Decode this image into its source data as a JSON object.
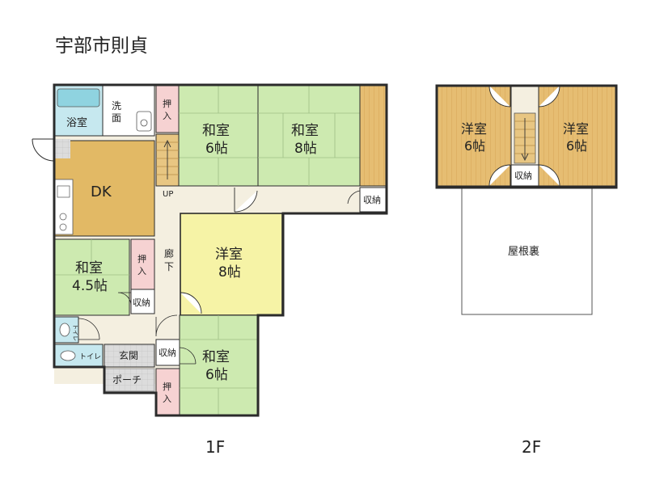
{
  "title": "宇部市則貞",
  "floors": {
    "first": {
      "label": "1F",
      "rooms": {
        "bath": "浴室",
        "wash": "洗面",
        "closet_oshiire_1": "押入",
        "washitsu_6_a": {
          "name": "和室",
          "size": "6帖"
        },
        "washitsu_8": {
          "name": "和室",
          "size": "8帖"
        },
        "dk": "DK",
        "up": "UP",
        "storage_hall": "収納",
        "corridor": "廊下",
        "washitsu_45": {
          "name": "和室",
          "size": "4.5帖"
        },
        "closet_oshiire_2": "押入",
        "storage_small": "収納",
        "youshitsu_8": {
          "name": "洋室",
          "size": "8帖"
        },
        "toilet_1": "トイレ",
        "toilet_2": "トイレ",
        "genkan": "玄関",
        "storage_genkan": "収納",
        "washitsu_6_b": {
          "name": "和室",
          "size": "6帖"
        },
        "porch": "ポーチ",
        "closet_oshiire_3": "押入"
      }
    },
    "second": {
      "label": "2F",
      "rooms": {
        "youshitsu_left": {
          "name": "洋室",
          "size": "6帖"
        },
        "youshitsu_right": {
          "name": "洋室",
          "size": "6帖"
        },
        "storage": "収納",
        "attic": "屋根裏"
      }
    }
  },
  "colors": {
    "washitsu": "#cdeab0",
    "youshitsu_floor": "#e8c07a",
    "youshitsu_8": "#f6f3a6",
    "dk": "#e3bc66",
    "bath": "#bfe7ee",
    "closet": "#f6d2d2",
    "entrance_tile": "#d8d8d8",
    "hall": "#f3eedf",
    "wall": "#2b2b2b"
  }
}
